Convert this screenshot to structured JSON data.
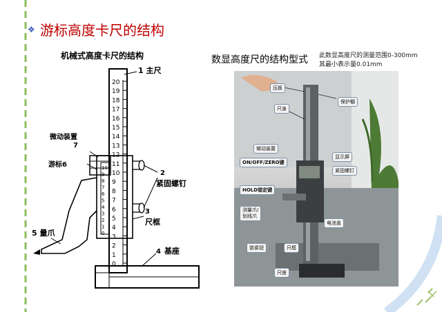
{
  "slide": {
    "title": "游标高度卡尺的结构",
    "left_caption": "机械式高度卡尺的结构",
    "right_caption": "数显高度尺的结构型式",
    "spec_line1": "此数显高度尺的测量范围0-300mm",
    "spec_line2": "其最小表示量0.01mm"
  },
  "mechanical": {
    "scale_numbers": [
      "20",
      "19",
      "18",
      "17",
      "16",
      "15",
      "14",
      "13",
      "12",
      "11",
      "10",
      "9",
      "8",
      "7",
      "6",
      "5",
      "4",
      "3",
      "2",
      "1",
      "0"
    ],
    "vernier_numbers": [
      "10",
      "9",
      "8",
      "7",
      "6",
      "5",
      "4",
      "3",
      "2",
      "1",
      "0"
    ],
    "labels": {
      "l1": "1 主尺",
      "l7": "7",
      "fine": "微动装置",
      "l6": "游标6",
      "l2": "2",
      "l2txt": "紧固螺钉",
      "l3": "3",
      "l3txt": "尺框",
      "l5": "5 量爪",
      "l4": "4",
      "l4txt": "基座"
    }
  },
  "photo_tags": {
    "pressure_plate": "压板",
    "ruler_body": "尺身",
    "guard": "保护棚",
    "fine_adjust": "微动装置",
    "display": "显示屏",
    "onoff": "ON/OFF/ZERO键",
    "lock_screw": "紧固螺钉",
    "hold": "HOLD锁定键",
    "jaw": "测量爪/",
    "scribe": "划线爪",
    "battery": "电池盖",
    "locking_knob": "锁紧钮",
    "frame": "尺框",
    "base": "尺座"
  }
}
